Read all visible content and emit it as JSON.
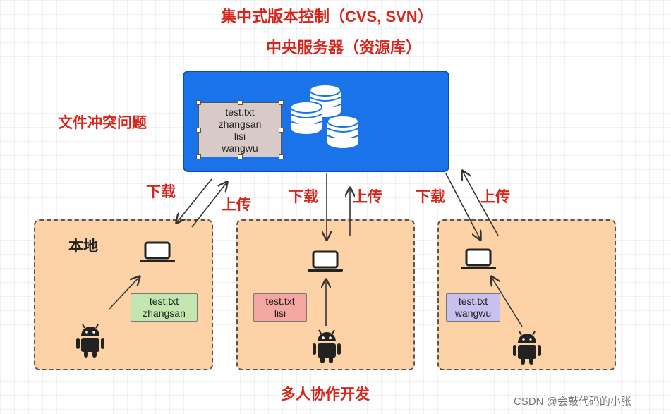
{
  "title": "集中式版本控制（CVS, SVN）",
  "server_label": "中央服务器（资源库）",
  "conflict_label": "文件冲突问题",
  "local_label": "本地",
  "collab_label": "多人协作开发",
  "server_file": {
    "name": "test.txt",
    "users": [
      "zhangsan",
      "lisi",
      "wangwu"
    ]
  },
  "arrows": {
    "download": "下载",
    "upload": "上传"
  },
  "clients": [
    {
      "file": "test.txt",
      "user": "zhangsan",
      "color": "#c3e6b0"
    },
    {
      "file": "test.txt",
      "user": "lisi",
      "color": "#f4a7a0"
    },
    {
      "file": "test.txt",
      "user": "wangwu",
      "color": "#c8c1ef"
    }
  ],
  "colors": {
    "accent": "#d6261c",
    "server": "#1a73e8",
    "local": "#fcd2a6"
  },
  "icons": [
    "database-icon",
    "laptop-icon",
    "android-icon"
  ],
  "watermark": "CSDN @会敲代码的小张"
}
